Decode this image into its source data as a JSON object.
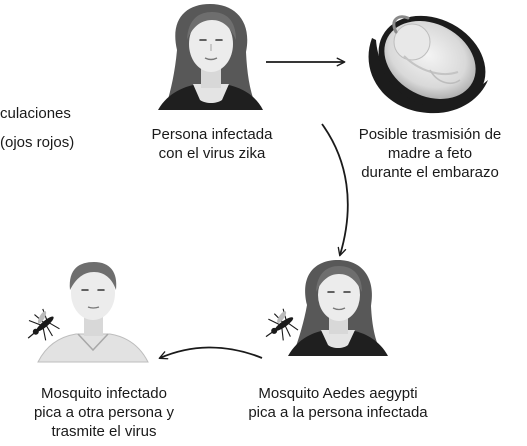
{
  "diagram": {
    "symptoms": {
      "line1": "culaciones",
      "line2": "(ojos rojos)"
    },
    "nodes": [
      {
        "id": "infected-person",
        "icon": "woman-portrait-icon",
        "lines": [
          "Persona infectada",
          "con el virus zika"
        ]
      },
      {
        "id": "fetus",
        "icon": "fetus-in-womb-icon",
        "lines": [
          "Posible trasmisión de",
          "madre a feto",
          "durante el embarazo"
        ]
      },
      {
        "id": "mosquito-bites-infected",
        "icon": "woman-with-mosquito-icon",
        "lines": [
          "Mosquito Aedes aegypti",
          "pica a la persona infectada"
        ]
      },
      {
        "id": "mosquito-bites-other",
        "icon": "man-with-mosquito-icon",
        "lines": [
          "Mosquito infectado",
          "pica a otra persona y",
          "trasmite el virus"
        ]
      }
    ],
    "colors": {
      "skin_light": "#ececec",
      "skin_shade": "#d2d2d2",
      "hair_dark": "#585858",
      "hair_mid": "#6e6e6e",
      "clothing_dark": "#1f1f1f",
      "shirt_light": "#e2e2e2",
      "arrow": "#1a1a1a",
      "fetus_dark": "#1c1c1c"
    }
  }
}
